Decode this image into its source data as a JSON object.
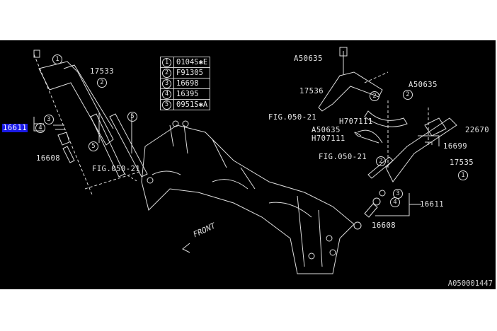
{
  "legend": [
    {
      "num": "1",
      "part": "0104S✱E"
    },
    {
      "num": "2",
      "part": "F91305"
    },
    {
      "num": "3",
      "part": "16698"
    },
    {
      "num": "4",
      "part": "16395"
    },
    {
      "num": "5",
      "part": "0951S✱A"
    }
  ],
  "labels": {
    "p17533": "17533",
    "p16611_left": "16611",
    "p16608_left": "16608",
    "fig_left": "FIG.050-21",
    "a50635_top": "A50635",
    "p17536": "17536",
    "fig_mid": "FIG.050-21",
    "a50635_mid": "A50635",
    "h707111_a": "H707111",
    "h707111_b": "H707111",
    "fig_low": "FIG.050-21",
    "a50635_right": "A50635",
    "p22670": "22670",
    "p16699": "16699",
    "p17535": "17535",
    "p16611_right": "16611",
    "p16608_right": "16608"
  },
  "callouts": [
    "1",
    "2",
    "3",
    "4",
    "5",
    "5",
    "2",
    "2",
    "2",
    "2",
    "1",
    "3",
    "4"
  ],
  "front_label": "FRONT",
  "diagram_code": "A050001447",
  "colors": {
    "background": "#000000",
    "linework": "#e8e8e8",
    "highlight": "#1a1ae6"
  }
}
